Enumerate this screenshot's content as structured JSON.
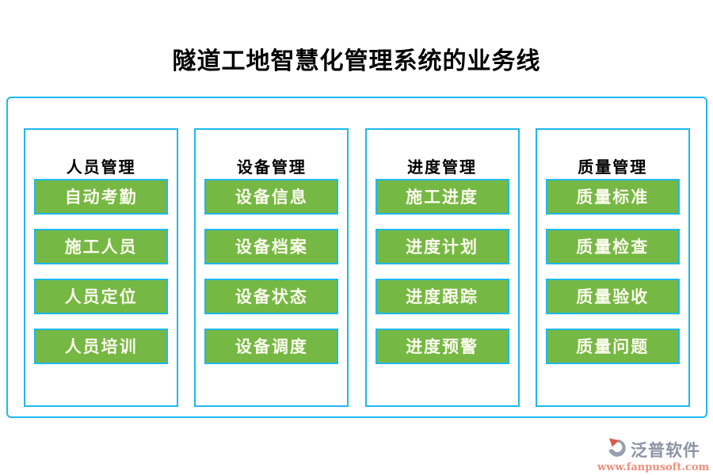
{
  "title": "隧道工地智慧化管理系统的业务线",
  "columns": [
    {
      "header": "人员管理",
      "items": [
        "自动考勤",
        "施工人员",
        "人员定位",
        "人员培训"
      ]
    },
    {
      "header": "设备管理",
      "items": [
        "设备信息",
        "设备档案",
        "设备状态",
        "设备调度"
      ]
    },
    {
      "header": "进度管理",
      "items": [
        "施工进度",
        "进度计划",
        "进度跟踪",
        "进度预警"
      ]
    },
    {
      "header": "质量管理",
      "items": [
        "质量标准",
        "质量检查",
        "质量验收",
        "质量问题"
      ]
    }
  ],
  "watermark": {
    "brand": "泛普软件",
    "url": "www.fanpusoft.com"
  },
  "colors": {
    "frame_border": "#1db9ee",
    "item_fill": "#75b843",
    "item_text": "#fbfbee",
    "title_text": "#000000",
    "brand_text": "#8c93a3",
    "url_text": "#ef8e7c",
    "logo_gray": "#97a0af",
    "logo_red": "#d95b48"
  }
}
